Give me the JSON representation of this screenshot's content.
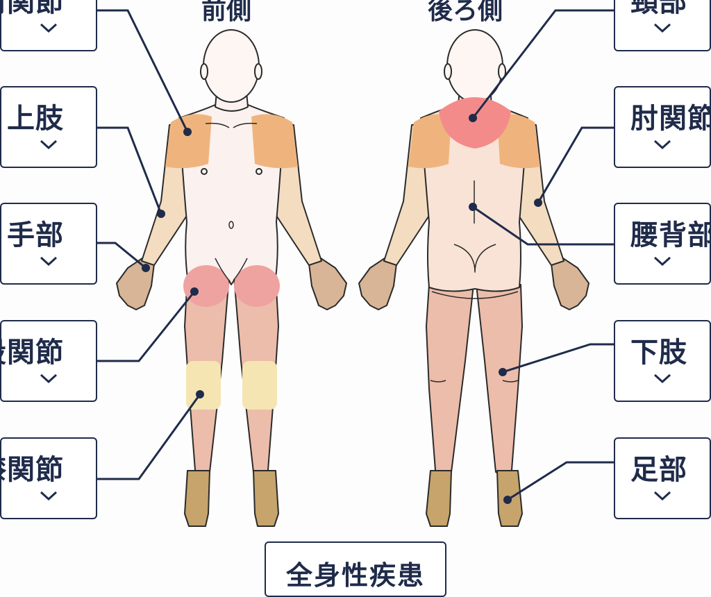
{
  "views": {
    "front_label": "前側",
    "back_label": "後ろ側"
  },
  "regions_front": [
    {
      "label": "肩関節"
    },
    {
      "label": "上肢"
    },
    {
      "label": "手部"
    },
    {
      "label": "股関節"
    },
    {
      "label": "膝関節"
    }
  ],
  "regions_back": [
    {
      "label": "頸部"
    },
    {
      "label": "肘関節"
    },
    {
      "label": "腰背部"
    },
    {
      "label": "下肢"
    },
    {
      "label": "足部"
    }
  ],
  "systemic": {
    "label": "全身性疾患"
  },
  "colors": {
    "navy": "#1f2b4a",
    "skin": "#fbf1ee",
    "shoulder": "#efb47d",
    "arm": "#f3dcc0",
    "hand": "#d8b596",
    "hip": "#eea3a0",
    "thigh": "#ecbdaa",
    "knee": "#f5e5b3",
    "foot": "#c6a46c",
    "neck": "#f38b8b",
    "back": "#f8e3d6"
  }
}
